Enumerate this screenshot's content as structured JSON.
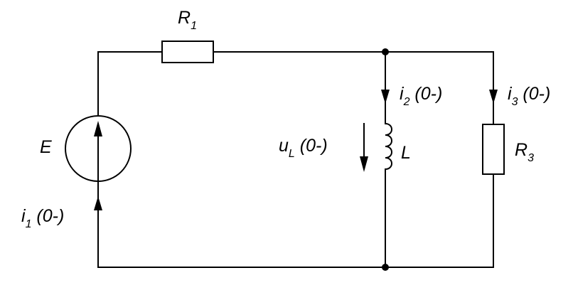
{
  "labels": {
    "r1_main": "R",
    "r1_sub": "1",
    "r3_main": "R",
    "r3_sub": "3",
    "e": "E",
    "l": "L",
    "ul_main": "u",
    "ul_sub": "L",
    "ul_rest": " (0-)",
    "i1_main": "i",
    "i1_sub": "1",
    "i1_rest": " (0-)",
    "i2_main": "i",
    "i2_sub": "2",
    "i2_rest": " (0-)",
    "i3_main": "i",
    "i3_sub": "3",
    "i3_rest": " (0-)"
  }
}
